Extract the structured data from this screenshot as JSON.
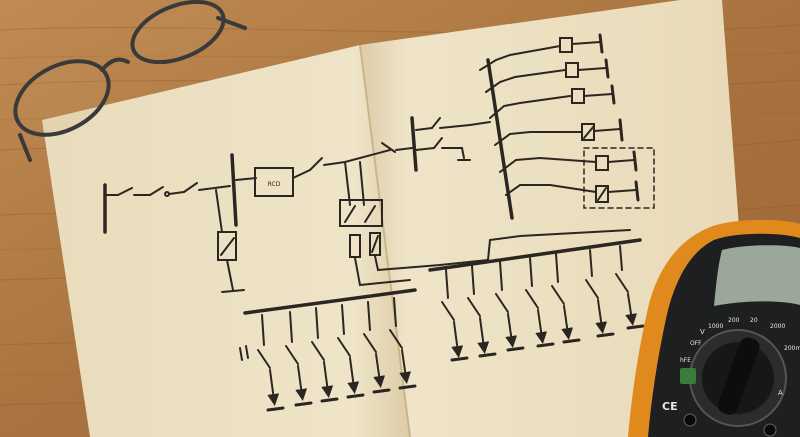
{
  "scene": {
    "subject": "electrical-schematic-on-paper",
    "objects": [
      "wooden-table",
      "folded-paper-schematic",
      "eyeglasses",
      "digital-multimeter"
    ]
  },
  "labels": {
    "rcd_box": "RCD",
    "meter_ce": "CE",
    "meter_dial_1": "1000",
    "meter_dial_2": "200",
    "meter_dial_3": "20",
    "meter_dial_4": "2000",
    "meter_dial_5": "200m",
    "meter_dial_6": "hFE",
    "meter_dial_7": "OFF",
    "meter_dial_8": "V",
    "meter_dial_9": "A"
  },
  "colors": {
    "wood": "#b07a45",
    "wood_dark": "#8a5a2e",
    "paper": "#efe3c6",
    "paper_shadow": "#d9c9a3",
    "ink": "#2b2622",
    "meter_body": "#1d1f20",
    "meter_case": "#e08a1e",
    "meter_screen": "#9aa79a",
    "glasses_frame": "#3a3a3a"
  }
}
